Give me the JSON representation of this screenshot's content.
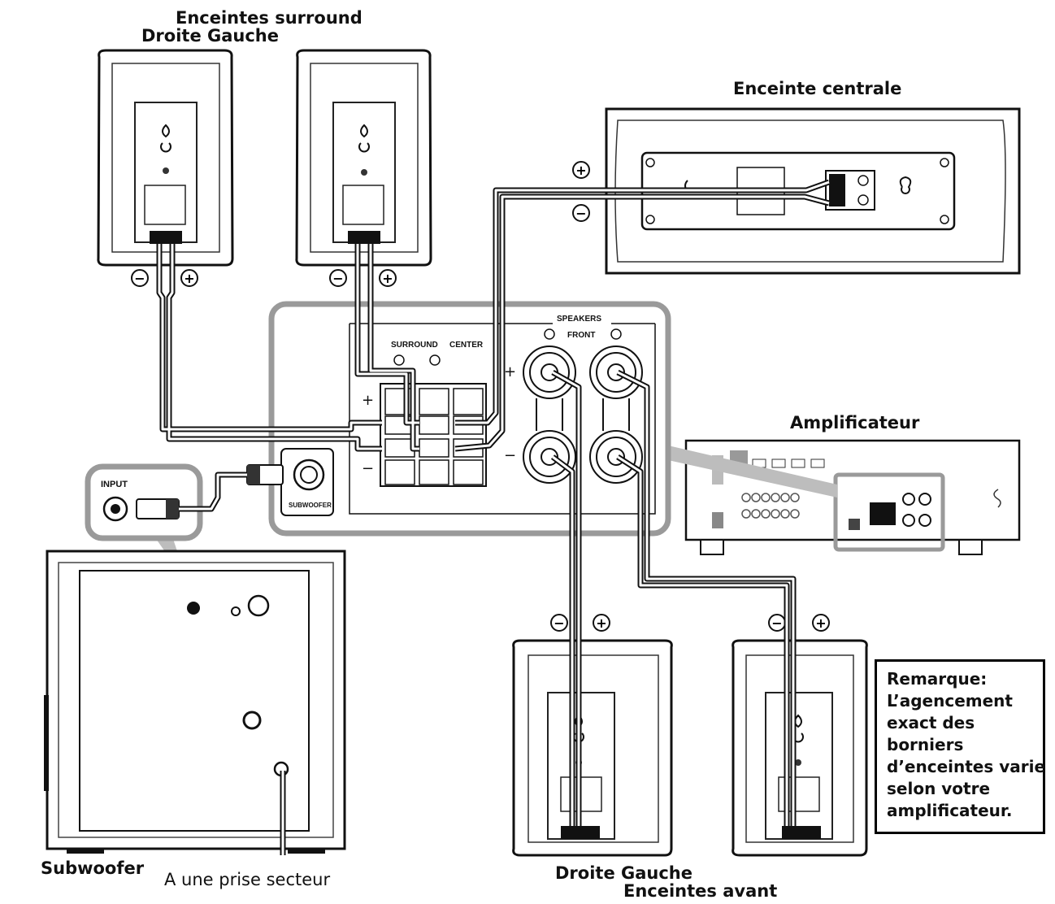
{
  "labels": {
    "surround_title": "Enceintes surround",
    "surround_sides": "Droite Gauche",
    "center": "Enceinte centrale",
    "amplifier": "Amplificateur",
    "subwoofer": "Subwoofer",
    "outlet": "A une prise secteur",
    "front_sides": "Droite Gauche",
    "front_title": "Enceintes avant"
  },
  "panel": {
    "speakers": "SPEAKERS",
    "front": "FRONT",
    "surround": "SURROUND",
    "center": "CENTER",
    "subwoofer": "SUBWOOFER",
    "input": "INPUT",
    "plus": "+",
    "minus": "−"
  },
  "note": {
    "lines": [
      "Remarque:",
      "L’agencement",
      "exact des",
      "borniers",
      "d’enceintes varie",
      "selon votre",
      "amplificateur."
    ]
  },
  "colors": {
    "line": "#222222",
    "highlight": "#9a9a9a",
    "fill": "#ffffff"
  }
}
